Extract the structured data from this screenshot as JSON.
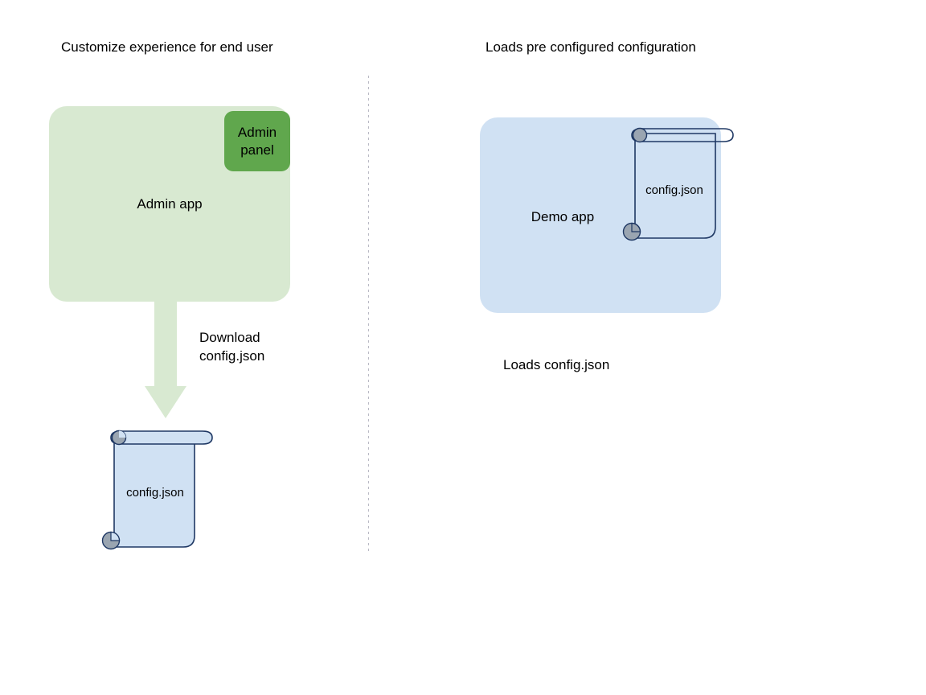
{
  "diagram": {
    "background_color": "#ffffff",
    "columns": [
      {
        "title": "Customize experience for end user",
        "app_box": {
          "label": "Admin app",
          "fill_color": "#d8e9d1",
          "badge": {
            "label": "Admin\npanel",
            "fill_color": "#60a74d"
          }
        },
        "arrow": {
          "label": "Download\nconfig.json",
          "color": "#d8e9d1",
          "direction": "down"
        },
        "document": {
          "label": "config.json",
          "fill_color": "#d0e1f3",
          "stroke_color": "#1f3864",
          "curl_color": "#9aa5b1"
        }
      },
      {
        "title": "Loads pre configured configuration",
        "app_box": {
          "label": "Demo app",
          "fill_color": "#d0e1f3"
        },
        "document": {
          "label": "config.json",
          "fill_color": "transparent",
          "stroke_color": "#1f3864",
          "curl_color": "#9aa5b1"
        },
        "caption": "Loads config.json"
      }
    ],
    "divider": {
      "style": "dotted",
      "color": "#b9b9c4"
    }
  }
}
